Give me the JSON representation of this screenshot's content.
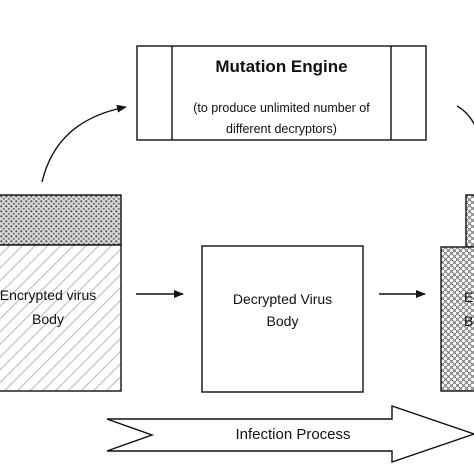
{
  "mutation_engine": {
    "title": "Mutation Engine",
    "subtitle_line1": "(to produce unlimited number of",
    "subtitle_line2": "different decryptors)"
  },
  "left_body": {
    "line1": "Encrypted virus",
    "line2": "Body"
  },
  "middle_body": {
    "line1": "Decrypted Virus",
    "line2": "Body"
  },
  "right_body": {
    "line1": "Encrypted virus",
    "line2": "Body"
  },
  "process_arrow": {
    "label": "Infection Process"
  }
}
